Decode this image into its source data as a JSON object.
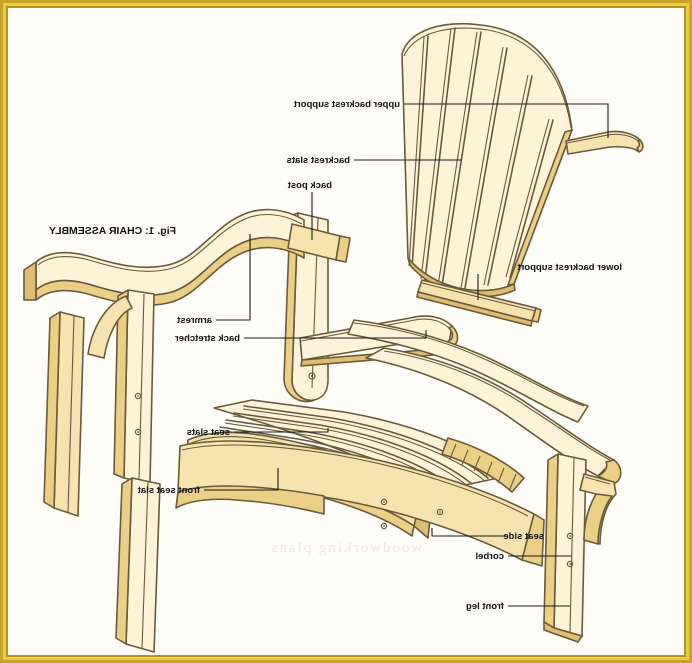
{
  "document": {
    "title": "Fig. 1: CHAIR ASSEMBLY",
    "kind": "exploded-assembly-drawing",
    "subject": "Adirondack chair",
    "orientation_note": "image is mirrored horizontally",
    "watermark": "woodworking plans"
  },
  "colors": {
    "border_outer": "#c9a227",
    "border_mid": "#e3cf4e",
    "border_inner": "#b8911f",
    "paper": "#fffdf8",
    "wood_light": "#fdf3d8",
    "wood_mid": "#f6e3b0",
    "wood_dark": "#eccf86",
    "wood_shadow": "#e0bd72",
    "outline": "#6b5a3a",
    "outline_dark": "#4a3c24",
    "leader_line": "#1a1a1a",
    "label_text": "#111111"
  },
  "labels": [
    {
      "id": "upper-backrest-support",
      "text": "upper backrest support"
    },
    {
      "id": "backrest-slats",
      "text": "backrest slats"
    },
    {
      "id": "back-post",
      "text": "back post"
    },
    {
      "id": "lower-backrest-support",
      "text": "lower backrest support"
    },
    {
      "id": "armrest",
      "text": "armrest"
    },
    {
      "id": "back-stretcher",
      "text": "back stretcher"
    },
    {
      "id": "seat-slats",
      "text": "seat slats"
    },
    {
      "id": "front-seat-slat",
      "text": "front seat slat"
    },
    {
      "id": "seat-side",
      "text": "seat side"
    },
    {
      "id": "corbel",
      "text": "corbel"
    },
    {
      "id": "front-leg",
      "text": "front leg"
    }
  ],
  "parts": [
    {
      "id": "backrest-fan",
      "name": "backrest slat fan",
      "slat_count": 7
    },
    {
      "id": "upper-support-bar",
      "name": "upper backrest support"
    },
    {
      "id": "lower-support-bar",
      "name": "lower backrest support"
    },
    {
      "id": "back-post-left",
      "name": "back post"
    },
    {
      "id": "armrest-right",
      "name": "armrest"
    },
    {
      "id": "back-stretcher-bar",
      "name": "back stretcher"
    },
    {
      "id": "seat-slat-group",
      "name": "seat slats",
      "slat_count": 6
    },
    {
      "id": "front-seat-slat-part",
      "name": "front seat slat"
    },
    {
      "id": "seat-side-left",
      "name": "seat side"
    },
    {
      "id": "seat-side-right",
      "name": "seat side"
    },
    {
      "id": "corbel-part",
      "name": "corbel"
    },
    {
      "id": "front-leg-left",
      "name": "front leg"
    },
    {
      "id": "front-leg-right",
      "name": "front leg"
    }
  ]
}
